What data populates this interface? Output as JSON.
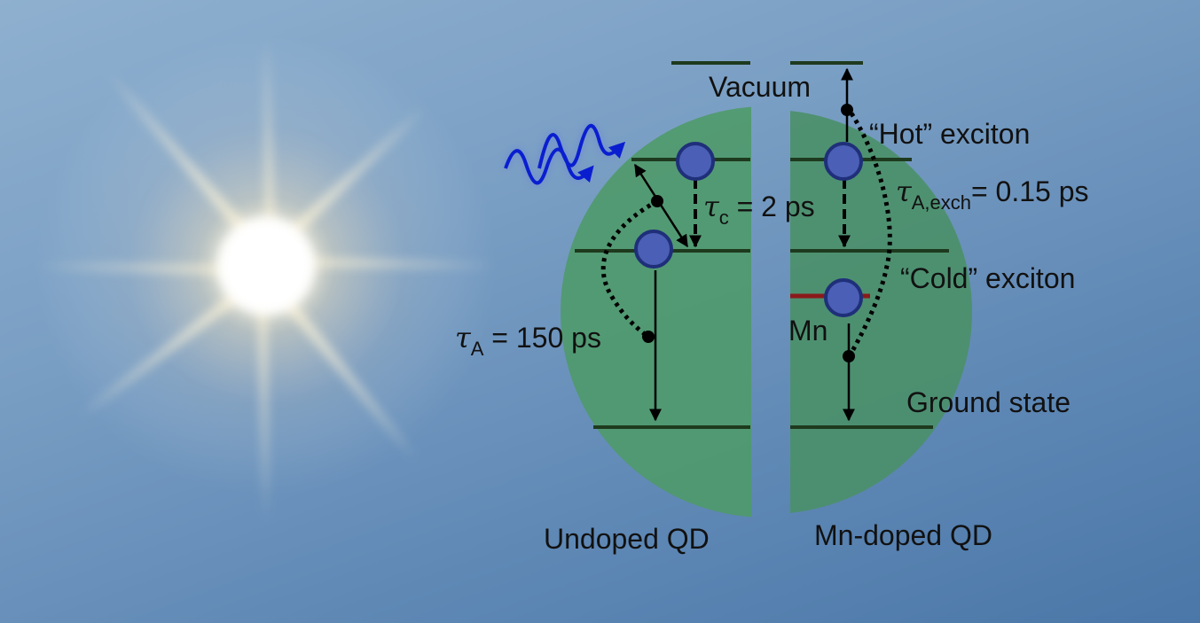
{
  "labels": {
    "vacuum": "Vacuum",
    "hot_exciton": "“Hot” exciton",
    "cold_exciton": "“Cold” exciton",
    "ground_state": "Ground state",
    "mn": "Mn",
    "undoped_qd": "Undoped QD",
    "mn_doped_qd": "Mn-doped QD"
  },
  "time_constants": {
    "tau_c": {
      "symbol": "τ",
      "subscript": "c",
      "value": " = 2 ps"
    },
    "tau_a": {
      "symbol": "τ",
      "subscript": "A",
      "value": " = 150 ps"
    },
    "tau_a_exch": {
      "symbol": "τ",
      "subscript": "A,exch",
      "value": "= 0.15 ps"
    }
  },
  "colors": {
    "qd_fill": "#4f9a6a",
    "level_line": "#1e3a1e",
    "exciton_fill": "#4a5fb5",
    "exciton_stroke": "#1f2f7a",
    "mn_level": "#8b1a1a",
    "photon": "#0a1ed0"
  }
}
